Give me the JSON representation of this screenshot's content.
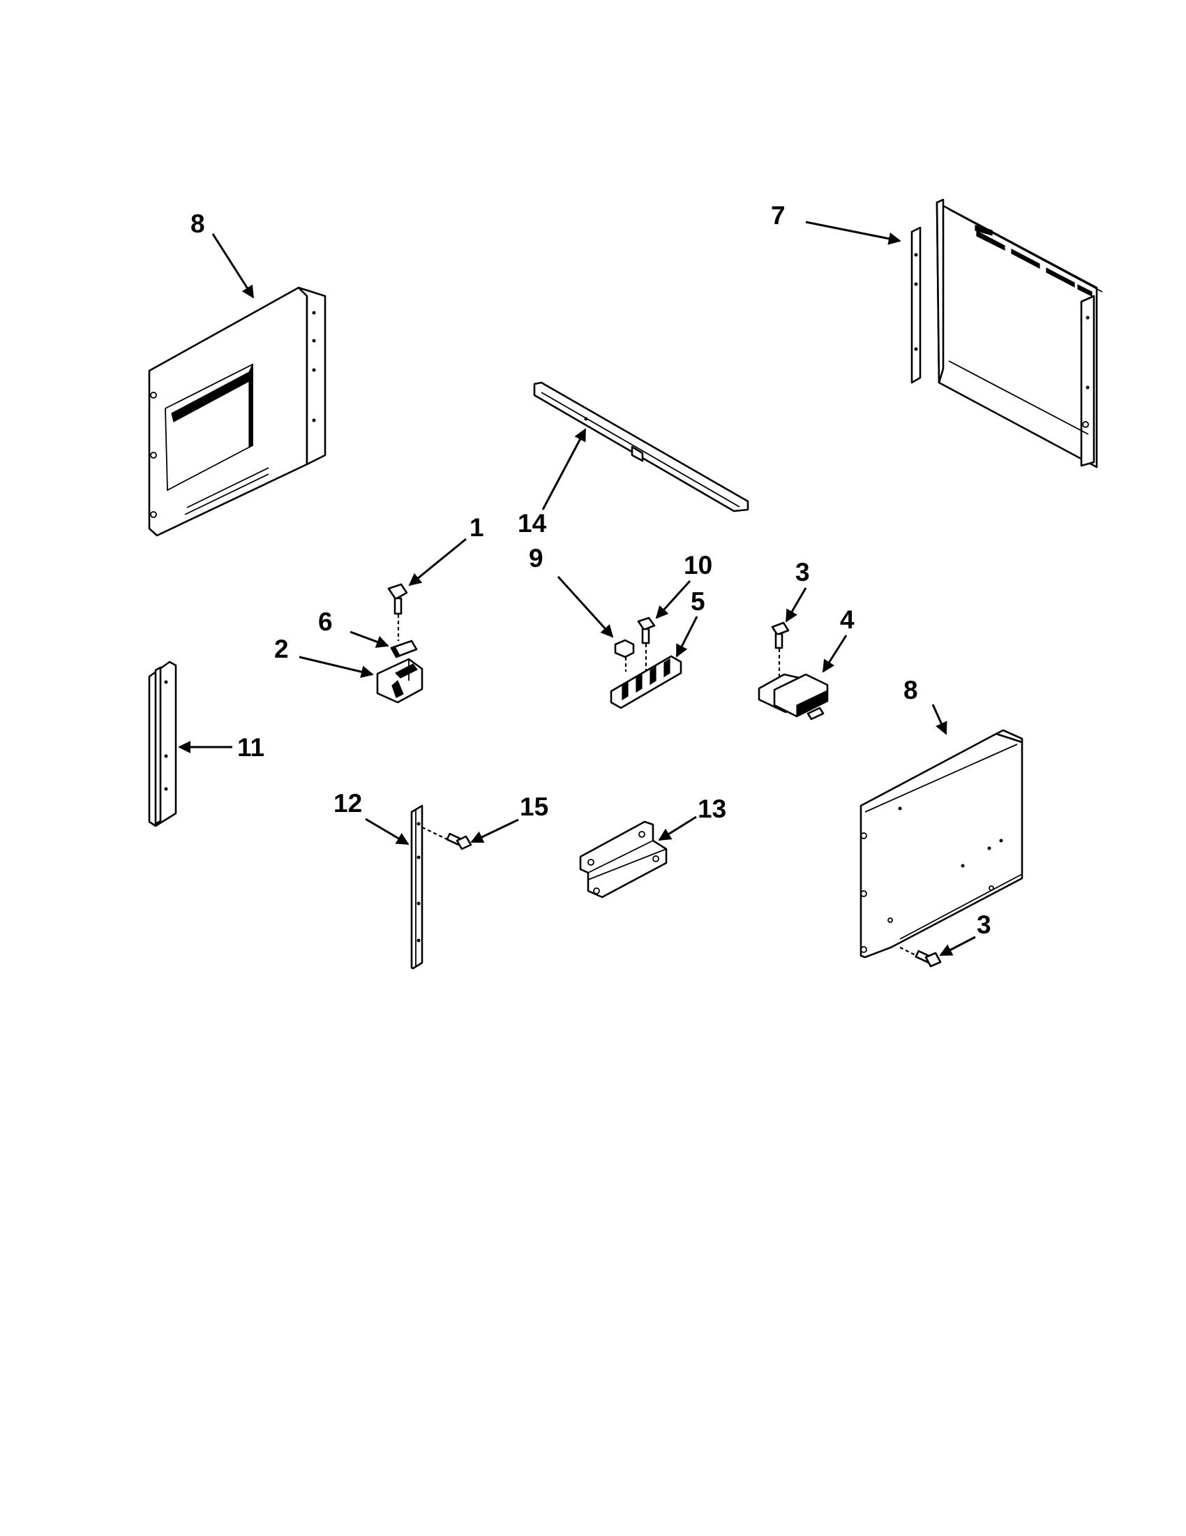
{
  "callouts": {
    "c1": "1",
    "c2": "2",
    "c3a": "3",
    "c3b": "3",
    "c4": "4",
    "c5": "5",
    "c6": "6",
    "c7": "7",
    "c8a": "8",
    "c8b": "8",
    "c9": "9",
    "c10": "10",
    "c11": "11",
    "c12": "12",
    "c13": "13",
    "c14": "14",
    "c15": "15"
  },
  "colors": {
    "ink": "#000000",
    "paper": "#ffffff"
  }
}
